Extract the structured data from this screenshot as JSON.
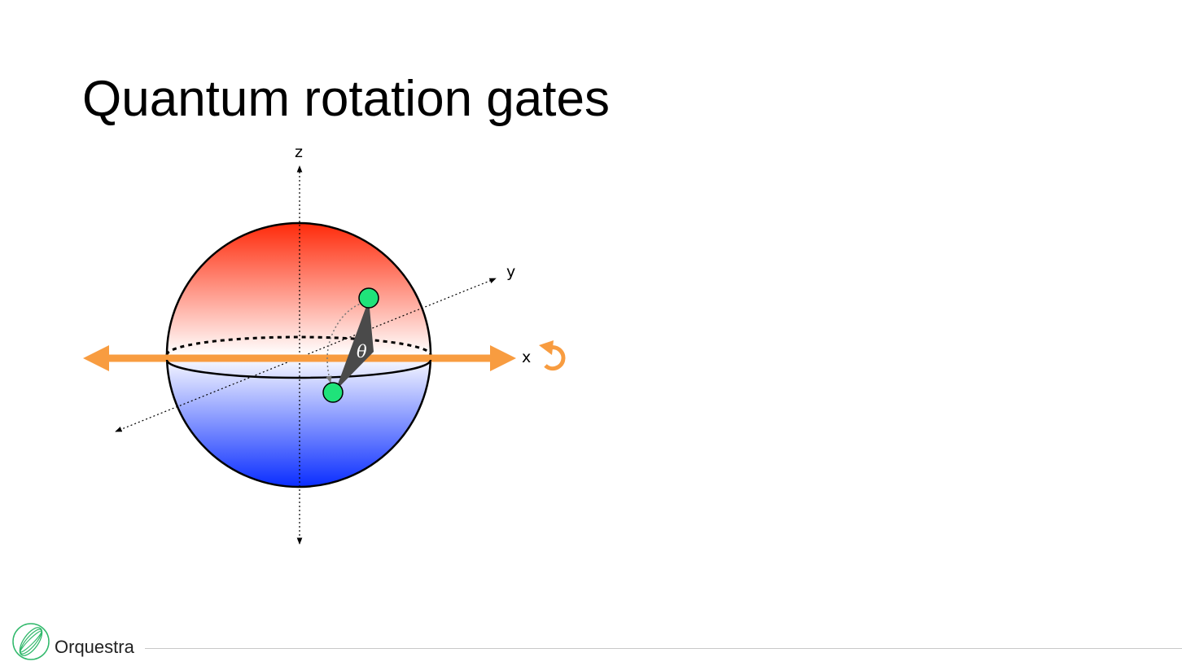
{
  "slide": {
    "title": "Quantum rotation gates"
  },
  "diagram": {
    "axis_labels": {
      "z": "z",
      "y": "y",
      "x": "x"
    },
    "angle_label": "θ",
    "colors": {
      "north_pole": "#ff2a0a",
      "equator": "#ffffff",
      "south_pole": "#0a2dff",
      "rotation_axis": "#f89c40",
      "state_points": "#1fe37a",
      "angle_wedge": "#4a4a4a"
    },
    "icons": [
      "rotation-arrow-icon"
    ]
  },
  "footer": {
    "brand_name": "Orquestra",
    "logo_icon": "orquestra-logo-icon"
  }
}
